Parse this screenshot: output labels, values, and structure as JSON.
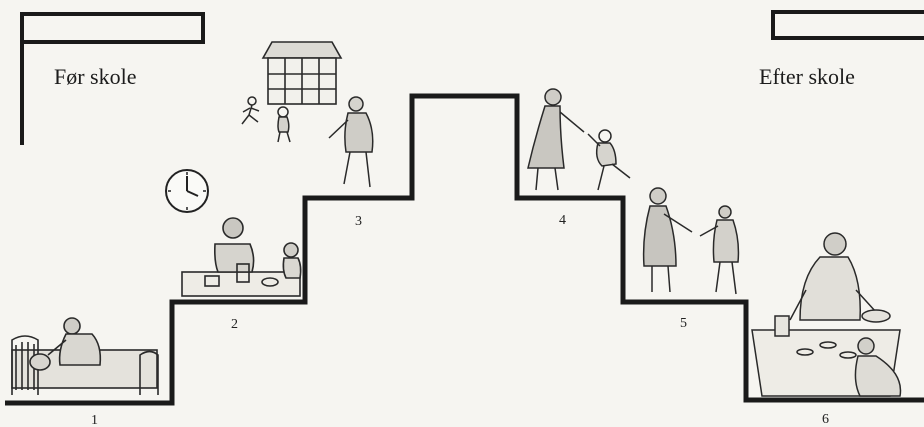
{
  "labels": {
    "before": "Før skole",
    "after": "Efter skole"
  },
  "steps": [
    "1",
    "2",
    "3",
    "4",
    "5",
    "6"
  ],
  "illustrations": [
    {
      "step": "1",
      "name": "mother-waking-child-in-bed"
    },
    {
      "step": "2",
      "name": "clock-icon"
    },
    {
      "step": "2",
      "name": "breakfast-table"
    },
    {
      "step": "3",
      "name": "school-building-icon"
    },
    {
      "step": "3",
      "name": "children-walking-to-school"
    },
    {
      "step": "4",
      "name": "mother-greeting-child"
    },
    {
      "step": "5",
      "name": "mother-and-child"
    },
    {
      "step": "6",
      "name": "mother-baking-with-child"
    }
  ]
}
